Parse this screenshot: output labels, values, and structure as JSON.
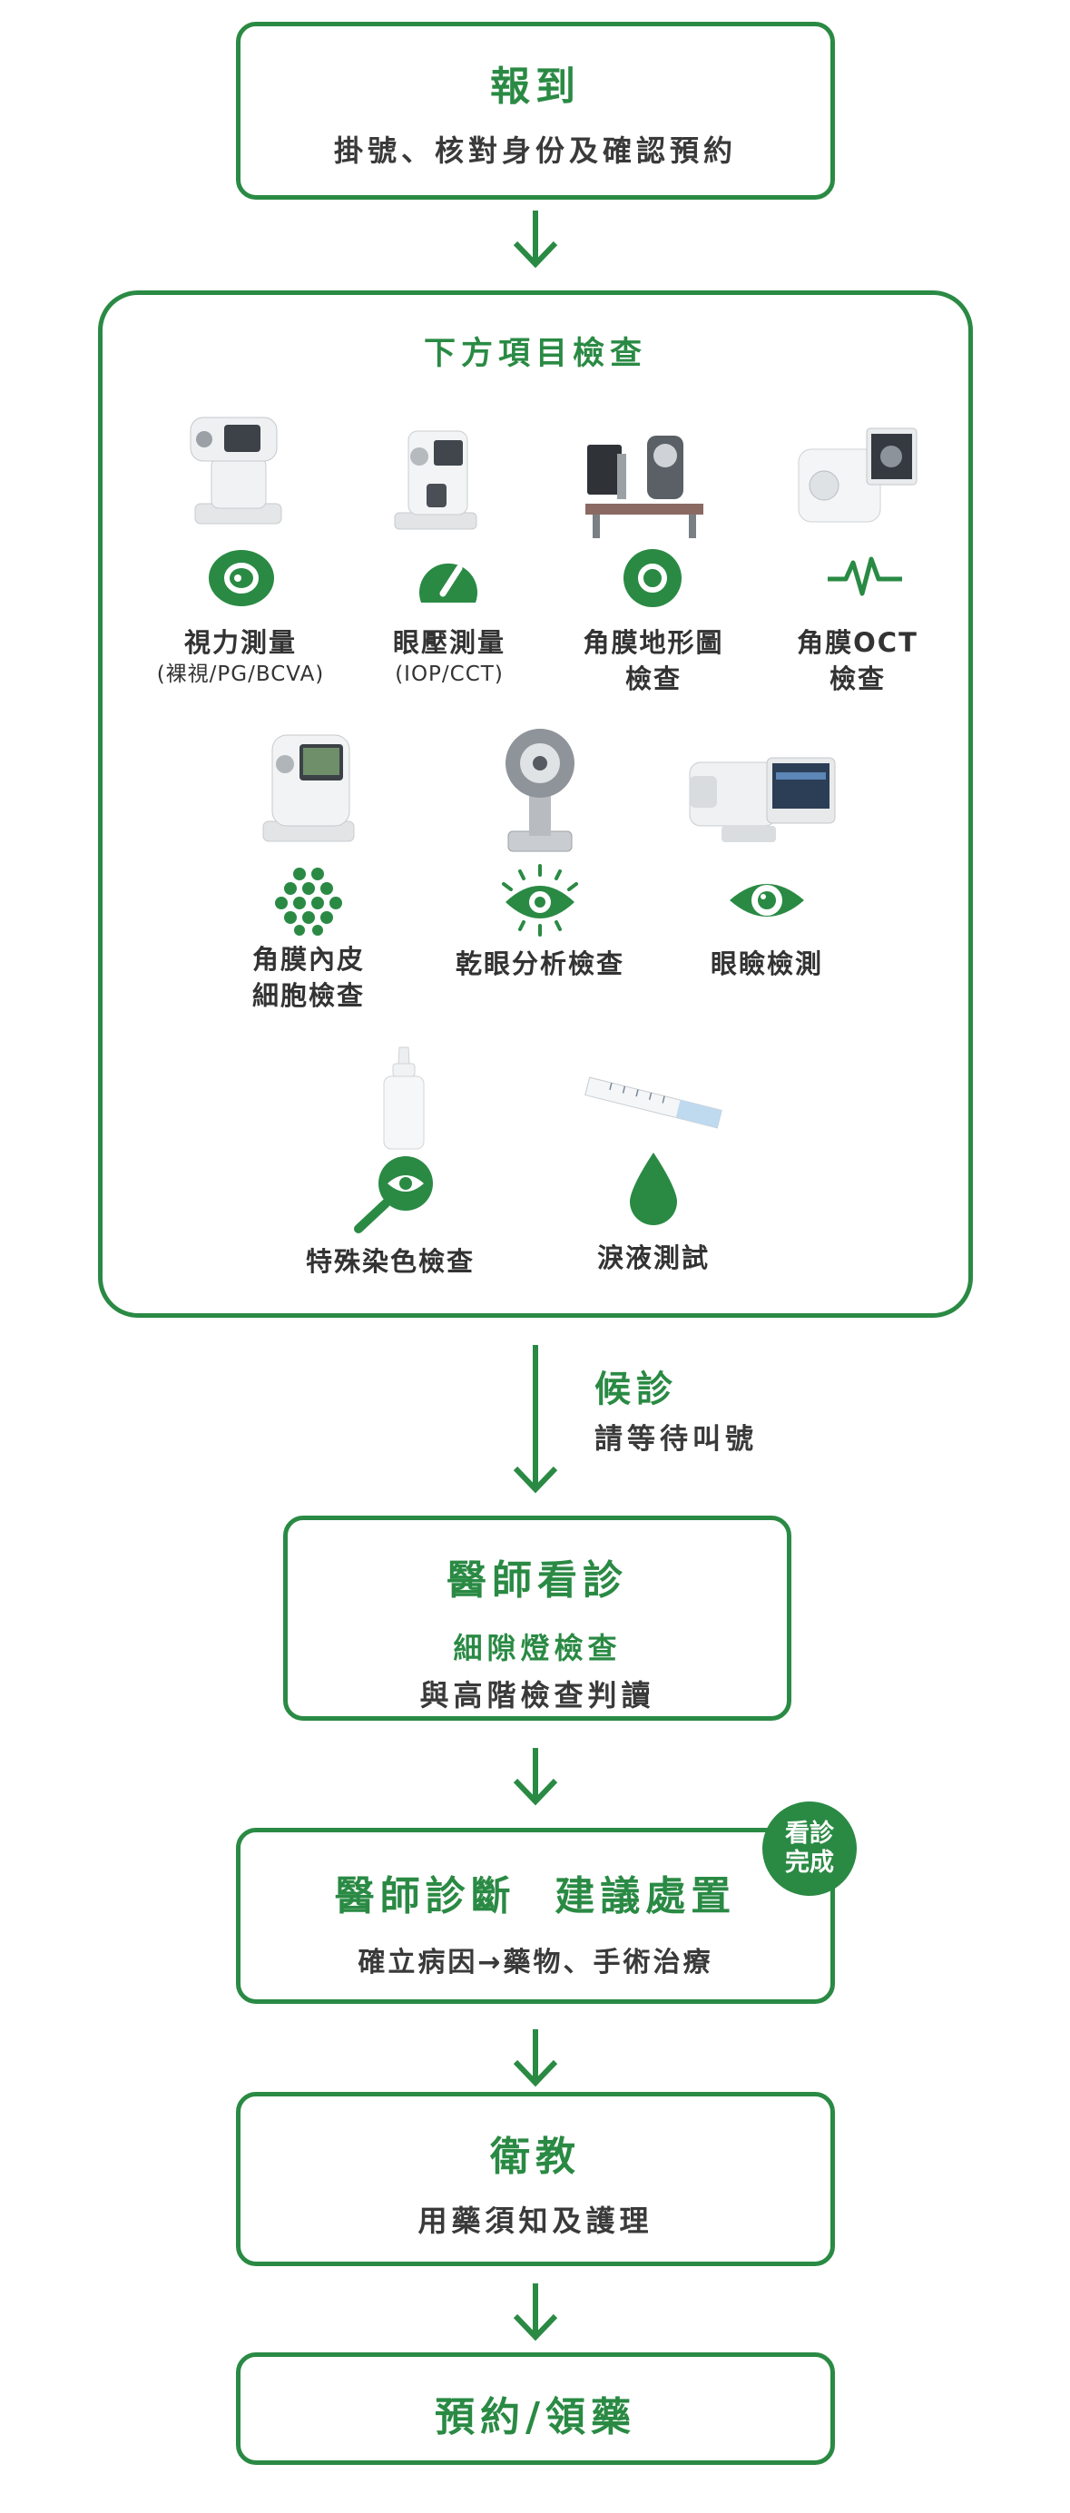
{
  "colors": {
    "accent": "#2a8a44",
    "text": "#333333"
  },
  "step_checkin": {
    "title": "報到",
    "subtitle": "掛號、核對身份及確認預約"
  },
  "exam_panel": {
    "title": "下方項目檢查",
    "items": [
      {
        "icon": "eye-circle-icon",
        "device": "autorefractor",
        "label1": "視力測量",
        "label2": "",
        "note": "(裸視/PG/BCVA)"
      },
      {
        "icon": "gauge-icon",
        "device": "tonometer",
        "label1": "眼壓測量",
        "label2": "",
        "note": "(IOP/CCT)"
      },
      {
        "icon": "target-ring-icon",
        "device": "topographer",
        "label1": "角膜地形圖",
        "label2": "檢查",
        "note": ""
      },
      {
        "icon": "pulse-line-icon",
        "device": "oct-scanner",
        "label1": "角膜OCT",
        "label2": "檢查",
        "note": ""
      },
      {
        "icon": "cell-cluster-icon",
        "device": "specular-microscope",
        "label1": "角膜內皮",
        "label2": "細胞檢查",
        "note": ""
      },
      {
        "icon": "eye-rays-icon",
        "device": "dry-eye-analyzer",
        "label1": "乾眼分析檢查",
        "label2": "",
        "note": ""
      },
      {
        "icon": "eye-icon",
        "device": "eyelid-scanner",
        "label1": "眼瞼檢測",
        "label2": "",
        "note": ""
      },
      {
        "icon": "magnifier-eye-icon",
        "device": "dye-bottle",
        "label1": "特殊染色檢查",
        "label2": "",
        "note": ""
      },
      {
        "icon": "droplet-icon",
        "device": "test-strip",
        "label1": "淚液測試",
        "label2": "",
        "note": ""
      }
    ]
  },
  "waiting": {
    "title": "候診",
    "subtitle": "請等待叫號"
  },
  "step_doctor": {
    "title": "醫師看診",
    "line1": "細隙燈檢查",
    "line2": "與高階檢查判讀"
  },
  "step_diagnosis": {
    "title": "醫師診斷  建議處置",
    "subtitle": "確立病因→藥物、手術治療",
    "badge": "看診完成"
  },
  "step_education": {
    "title": "衛教",
    "subtitle": "用藥須知及護理"
  },
  "step_final": {
    "title": "預約/領藥"
  }
}
